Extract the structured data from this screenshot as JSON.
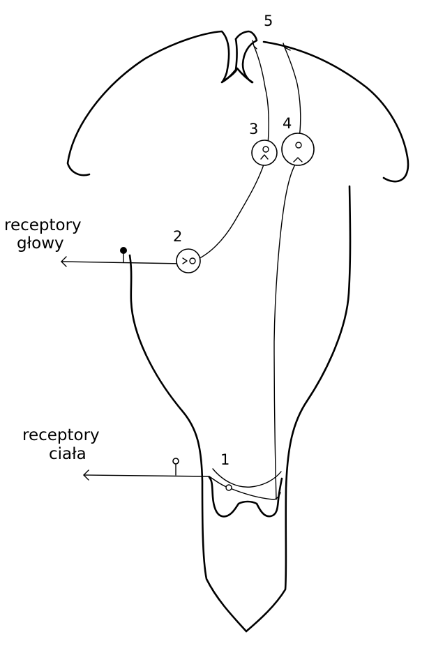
{
  "labels": {
    "neuron_1": "1",
    "neuron_2": "2",
    "neuron_3": "3",
    "neuron_4": "4",
    "region_5": "5",
    "head_receptors_line1": "receptory",
    "head_receptors_line2": "głowy",
    "body_receptors_line1": "receptory",
    "body_receptors_line2": "ciała"
  }
}
